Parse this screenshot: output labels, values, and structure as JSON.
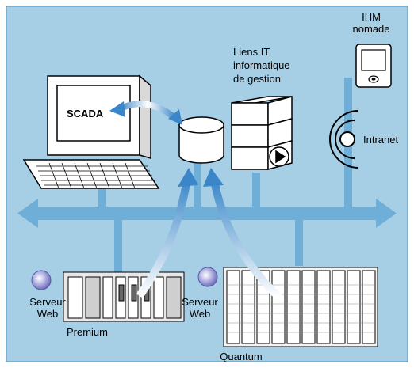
{
  "diagram": {
    "colors": {
      "background": "#a6cfe6",
      "bus": "#6faed6",
      "frame": "#4f8fbf",
      "arrow_light": "#ffffff",
      "arrow_dark": "#3a86c8",
      "device": "#ffffff",
      "outline": "#000000"
    },
    "labels": {
      "ihm": "IHM\nnomade",
      "liens": "Liens IT\ninformatique\nde gestion",
      "intranet": "Intranet",
      "scada": "SCADA",
      "serveur_web_left": "Serveur\nWeb",
      "serveur_web_right": "Serveur\nWeb",
      "premium": "Premium",
      "quantum": "Quantum"
    },
    "icons": {
      "pda": "pda-icon",
      "computer": "computer-icon",
      "database": "database-icon",
      "server": "server-stack-icon",
      "intranet": "intranet-icon",
      "plc_premium": "plc-rack-icon",
      "plc_quantum": "plc-rack-icon",
      "web_badge": "web-server-badge-icon"
    }
  }
}
